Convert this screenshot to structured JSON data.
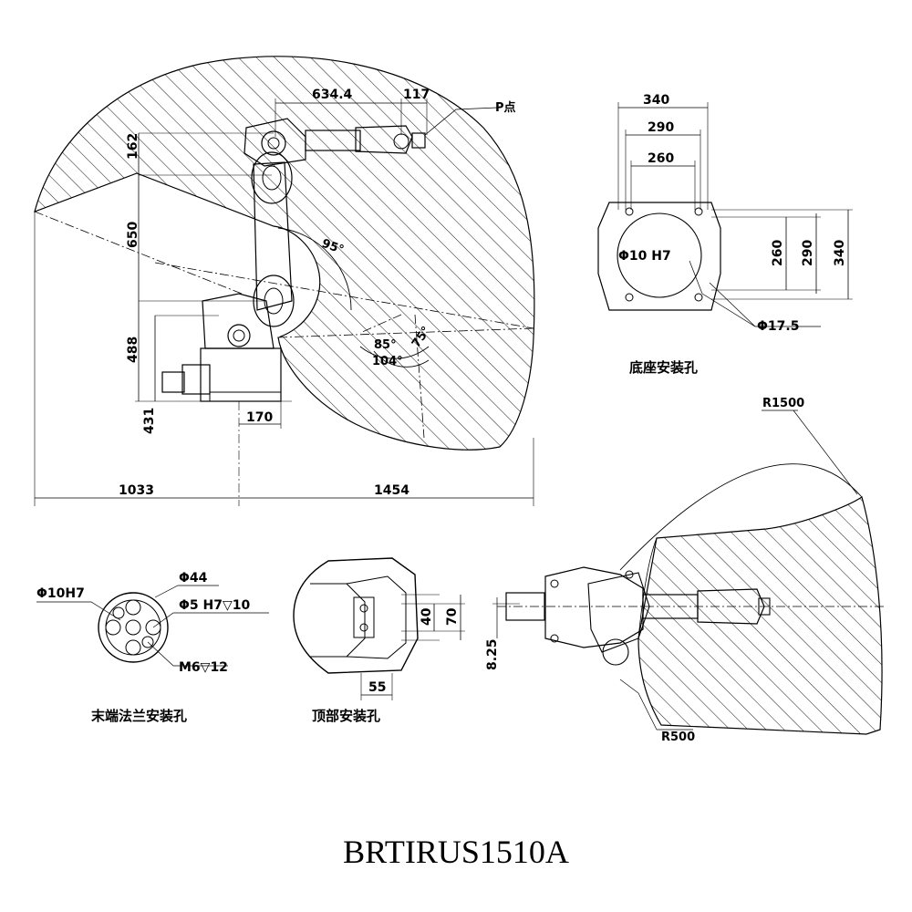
{
  "title": "BRTIRUS1510A",
  "side_view": {
    "point_label": "P点",
    "dims": {
      "d634": "634.4",
      "d117": "117",
      "d162": "162",
      "d650": "650",
      "d488": "488",
      "d431": "431",
      "d170": "170",
      "d1033": "1033",
      "d1454": "1454"
    },
    "angles": {
      "a95": "95°",
      "a85": "85°",
      "a75": "75°",
      "a104": "104°"
    }
  },
  "base_view": {
    "caption": "底座安装孔",
    "dims": {
      "w340": "340",
      "w290": "290",
      "w260": "260",
      "h260": "260",
      "h290": "290",
      "h340": "340"
    },
    "hole_center": "Φ10 H7",
    "hole_corner": "Φ17.5"
  },
  "flange_view": {
    "caption": "末端法兰安装孔",
    "d44": "Φ44",
    "d10": "Φ10H7",
    "d5": "Φ5 H7▽10",
    "m6": "M6▽12"
  },
  "top_mount_view": {
    "caption": "顶部安装孔",
    "d40": "40",
    "d70": "70",
    "d55": "55"
  },
  "top_view": {
    "r1500": "R1500",
    "r500": "R500",
    "d825": "8.25"
  }
}
